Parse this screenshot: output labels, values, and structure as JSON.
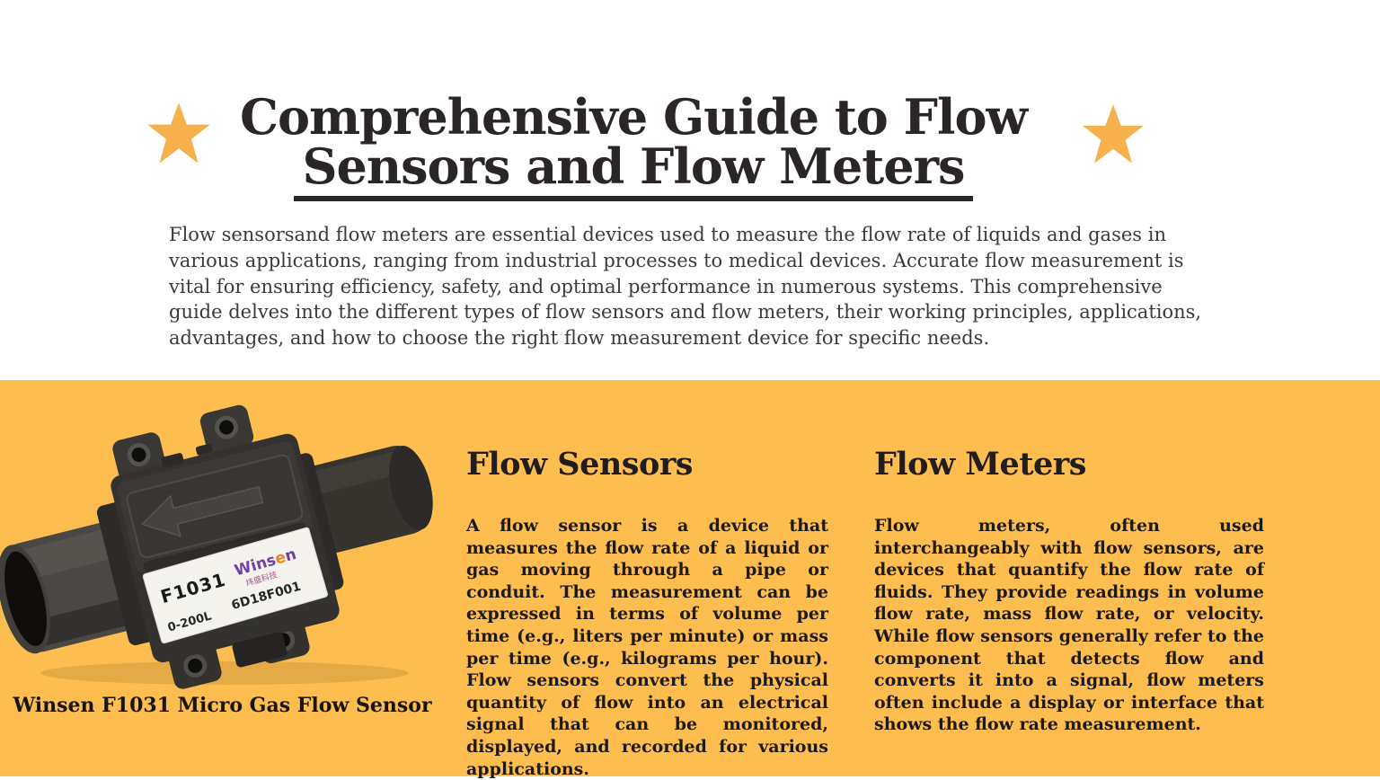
{
  "colors": {
    "section_orange": "#FEBE4F",
    "star": "#F6B04C",
    "title_text": "#2A2526",
    "body_text": "#1D1A19"
  },
  "header": {
    "title_line1": "Comprehensive Guide to Flow",
    "title_line2": "Sensors and Flow Meters",
    "intro": "Flow sensorsand flow meters are essential devices used to measure the flow rate of liquids and gases in various applications, ranging from industrial processes to medical devices. Accurate flow measurement is vital for ensuring efficiency, safety, and optimal performance in numerous systems. This comprehensive guide delves into the different types of flow sensors and flow meters, their working principles, applications, advantages, and how to choose the right flow measurement device for specific needs."
  },
  "product": {
    "caption": "Winsen F1031 Micro Gas Flow Sensor",
    "label": {
      "model": "F1031",
      "brand_prefix": "Wins",
      "brand_e": "e",
      "brand_suffix": "n",
      "brand_subtext": "炜盛科技",
      "range": "0-200L",
      "serial": "6D18F001"
    }
  },
  "columns": [
    {
      "heading": "Flow Sensors",
      "body": "A flow sensor is a device that measures the flow rate of a liquid or gas moving through a pipe or conduit. The measurement can be expressed in terms of volume per time (e.g., liters per minute) or mass per time (e.g., kilograms per hour). Flow sensors convert the physical quantity of flow into an electrical signal that can be monitored, displayed, and recorded for various applications."
    },
    {
      "heading": "Flow Meters",
      "body": "Flow meters, often used interchangeably with flow sensors, are devices that quantify the flow rate of fluids. They provide readings in volume flow rate, mass flow rate, or velocity. While flow sensors generally refer to the component that detects flow and converts it into a signal, flow meters often include a display or interface that shows the flow rate measurement."
    }
  ]
}
